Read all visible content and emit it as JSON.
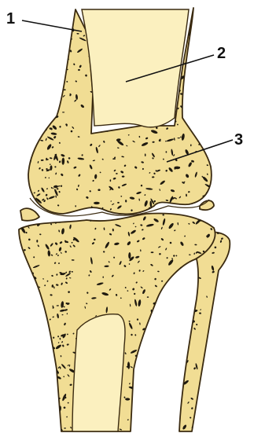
{
  "labels": [
    {
      "id": "1",
      "text": "1"
    },
    {
      "id": "2",
      "text": "2"
    },
    {
      "id": "3",
      "text": "3"
    }
  ],
  "colors": {
    "bone_fill": "#f1dd94",
    "marrow_fill": "#fbf0bf",
    "outline": "#3a2a10",
    "pores": "#1f1a10",
    "background": "#ffffff"
  }
}
